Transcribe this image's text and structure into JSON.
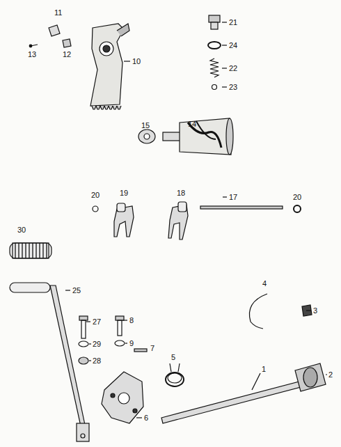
{
  "diagram": {
    "labels": [
      "11",
      "13",
      "12",
      "10",
      "21",
      "24",
      "22",
      "23",
      "15",
      "14",
      "20",
      "19",
      "18",
      "17",
      "20",
      "30",
      "25",
      "27",
      "8",
      "29",
      "9",
      "28",
      "7",
      "4",
      "3",
      "5",
      "6",
      "1",
      "2"
    ]
  }
}
